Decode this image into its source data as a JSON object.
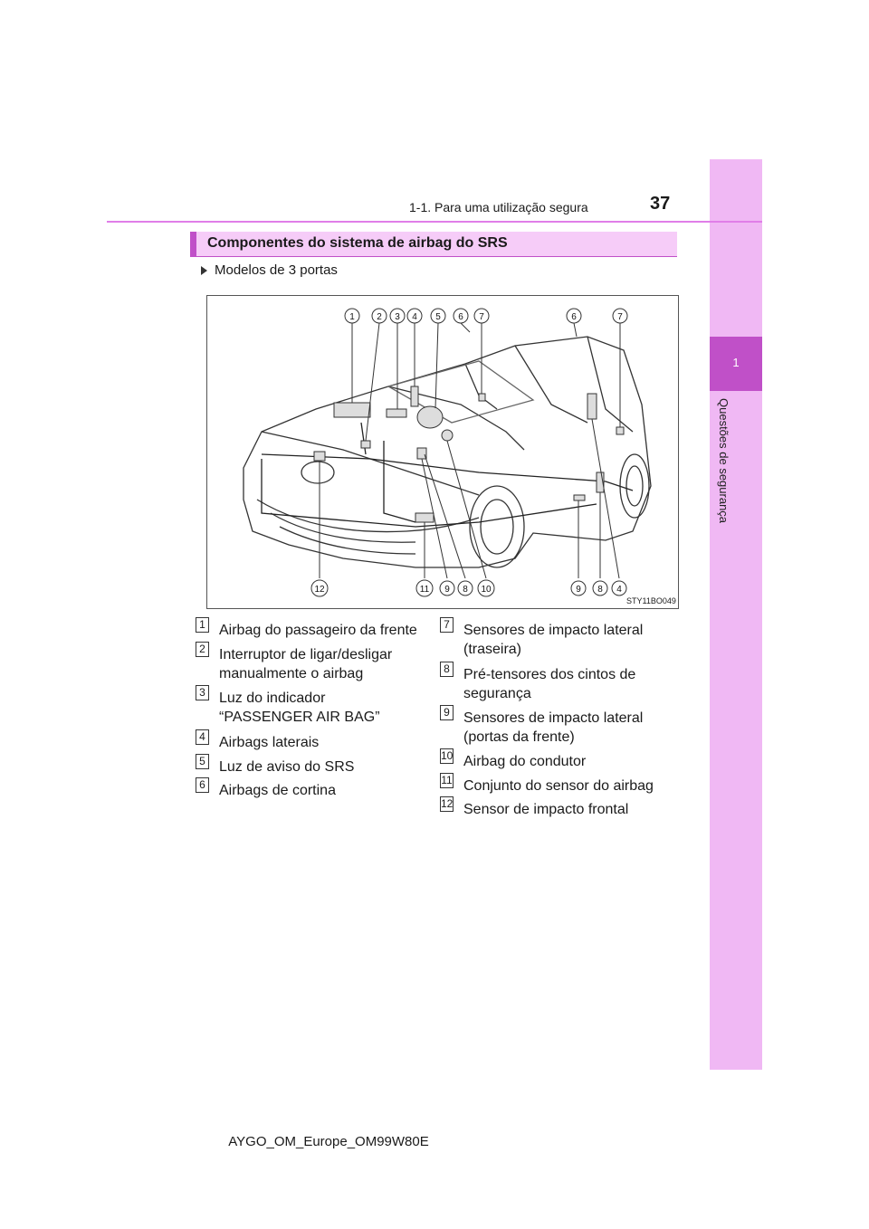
{
  "header": {
    "section_path": "1-1. Para uma utilização segura",
    "page_number": "37"
  },
  "sidebar": {
    "chapter_number": "1",
    "chapter_title": "Questões de segurança"
  },
  "section": {
    "heading": "Componentes do sistema de airbag do SRS",
    "model_line": "Modelos de 3 portas"
  },
  "figure": {
    "code": "STY11BO049",
    "top_callouts": [
      "1",
      "2",
      "3",
      "4",
      "5",
      "6",
      "7",
      "6",
      "7"
    ],
    "bottom_callouts": [
      "12",
      "11",
      "9",
      "8",
      "10",
      "9",
      "8",
      "4"
    ]
  },
  "legend": {
    "left": [
      {
        "num": "1",
        "text": "Airbag do passageiro da frente"
      },
      {
        "num": "2",
        "text": "Interruptor de ligar/desligar manualmente o airbag"
      },
      {
        "num": "3",
        "text": "Luz do indicador “PASSENGER AIR BAG”"
      },
      {
        "num": "4",
        "text": "Airbags laterais"
      },
      {
        "num": "5",
        "text": "Luz de aviso do SRS"
      },
      {
        "num": "6",
        "text": "Airbags de cortina"
      }
    ],
    "right": [
      {
        "num": "7",
        "text": "Sensores de impacto lateral (traseira)"
      },
      {
        "num": "8",
        "text": "Pré-tensores dos cintos de segurança"
      },
      {
        "num": "9",
        "text": "Sensores de impacto lateral (portas da frente)"
      },
      {
        "num": "10",
        "text": "Airbag do condutor"
      },
      {
        "num": "11",
        "text": "Conjunto do sensor do airbag"
      },
      {
        "num": "12",
        "text": "Sensor de impacto frontal"
      }
    ]
  },
  "footer": {
    "doc_id": "AYGO_OM_Europe_OM99W80E"
  }
}
